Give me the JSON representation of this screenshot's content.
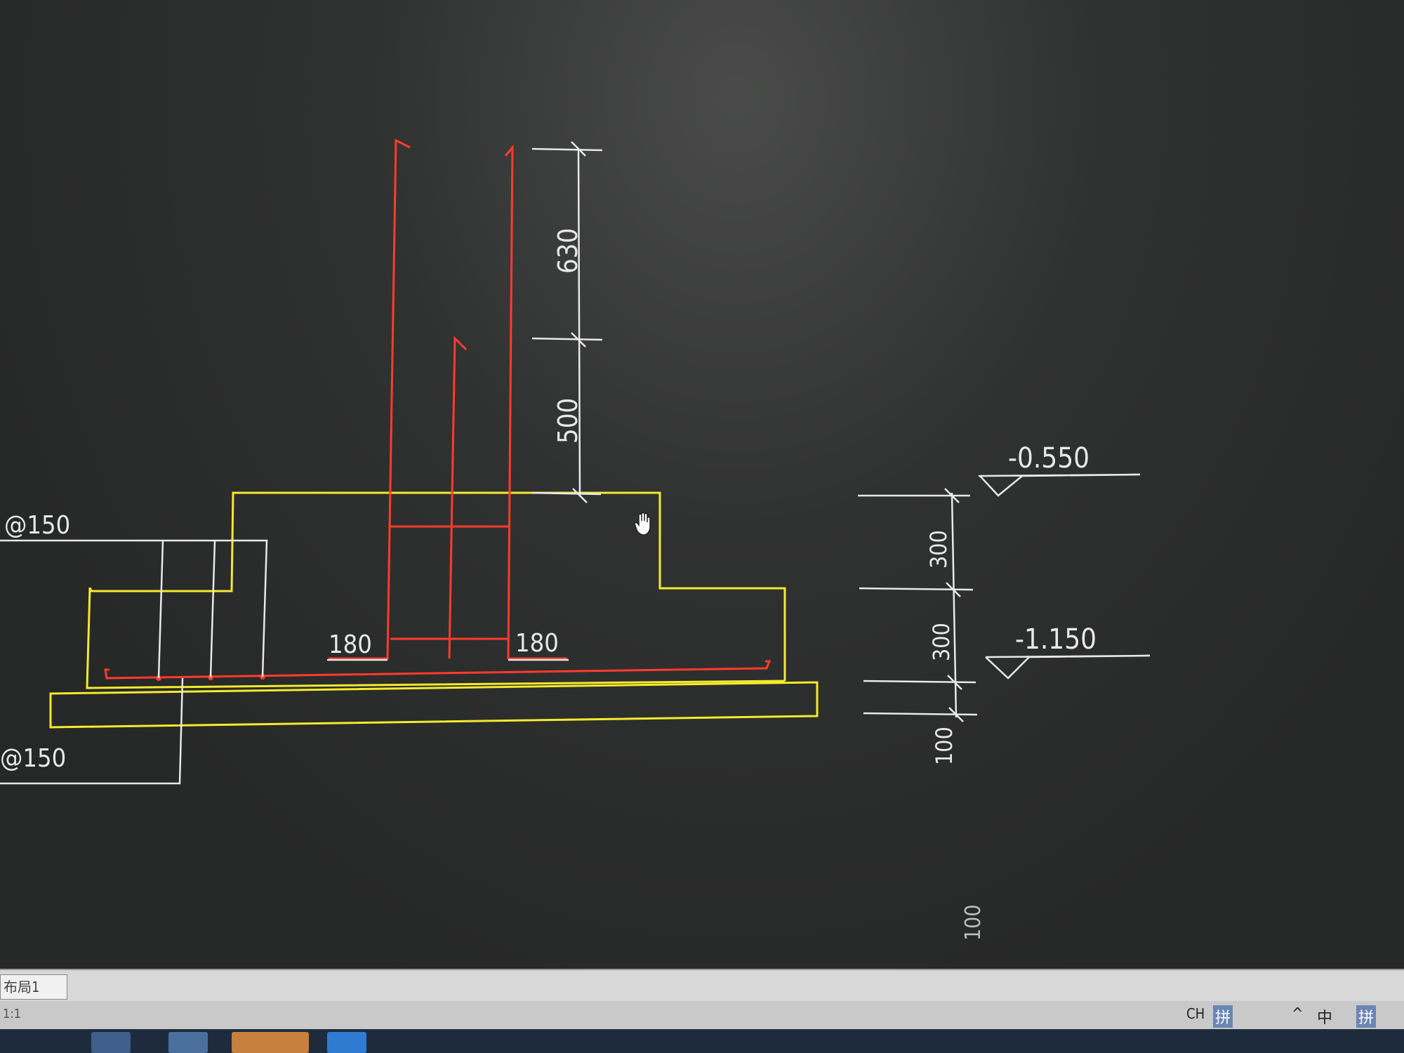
{
  "menu": {
    "items": [
      "",
      "",
      ""
    ]
  },
  "drawing": {
    "column_dims": [
      "630",
      "500"
    ],
    "rebar_hooks": [
      "180",
      "180"
    ],
    "rebar_notes": [
      "@150",
      "@150"
    ],
    "elevation_dims": [
      "300",
      "300",
      "100"
    ],
    "elevations": [
      "-0.550",
      "-1.150"
    ],
    "edge_dim": "100"
  },
  "colors": {
    "concrete": "#f4ea2c",
    "rebar": "#ff3b2b",
    "dims": "#e8e8e8",
    "background": "#2a2a2b"
  },
  "layout_tab": {
    "label": "布局1"
  },
  "status": {
    "scale": "1:1",
    "lang": "CH",
    "ime_badge": "拼",
    "caret": "^",
    "ime_mode": "中",
    "ime_badge2": "拼"
  }
}
